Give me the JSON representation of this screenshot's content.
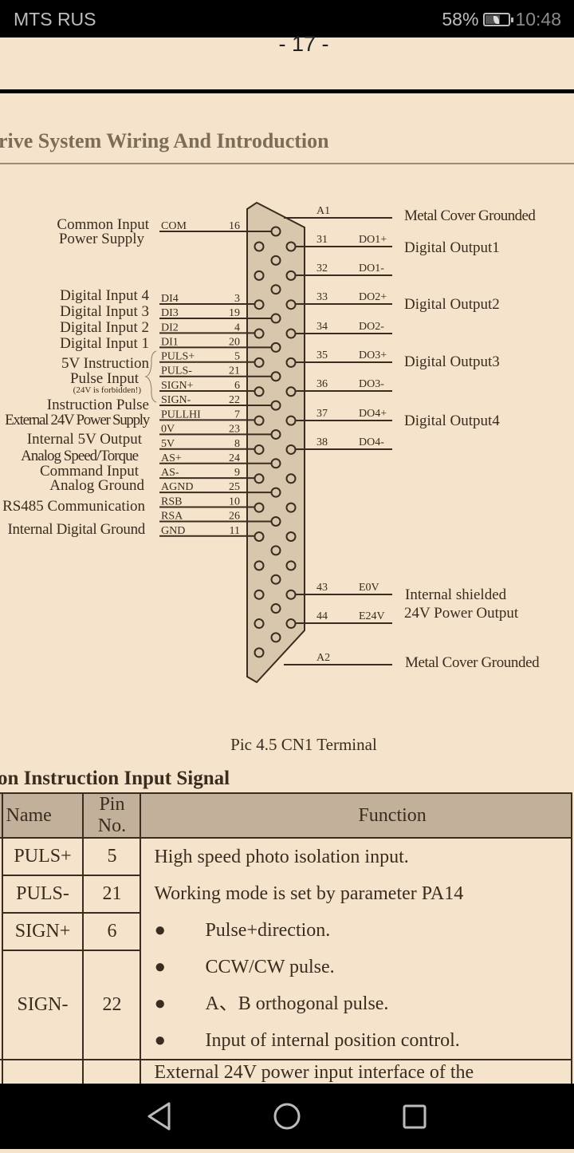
{
  "status_bar": {
    "carrier": "MTS RUS",
    "battery": "58%",
    "battery_level": 0.58,
    "time": "10:48"
  },
  "page_number": "- 17 -",
  "section_title": "rive System Wiring And Introduction",
  "diagram": {
    "left_labels": {
      "common1": "Common Input",
      "common2": "Power Supply",
      "di4": "Digital Input 4",
      "di3": "Digital Input 3",
      "di2": "Digital Input 2",
      "di1": "Digital Input 1",
      "pulse1": "5V Instruction",
      "pulse2": "Pulse Input",
      "pulse3": "(24V is forbidden!)",
      "instr": "Instruction Pulse",
      "ext24": "External 24V Power Supply",
      "int5v": "Internal 5V Output",
      "analog1": "Analog Speed/Torque",
      "analog2": "Command Input",
      "agnd": "Analog Ground",
      "rs485": "RS485 Communication",
      "gnd": "Internal Digital Ground"
    },
    "left_wires": [
      {
        "signal": "COM",
        "pin": "16"
      },
      {
        "signal": "DI4",
        "pin": "3"
      },
      {
        "signal": "DI3",
        "pin": "19"
      },
      {
        "signal": "DI2",
        "pin": "4"
      },
      {
        "signal": "DI1",
        "pin": "20"
      },
      {
        "signal": "PULS+",
        "pin": "5"
      },
      {
        "signal": "PULS-",
        "pin": "21"
      },
      {
        "signal": "SIGN+",
        "pin": "6"
      },
      {
        "signal": "SIGN-",
        "pin": "22"
      },
      {
        "signal": "PULLHI",
        "pin": "7"
      },
      {
        "signal": "0V",
        "pin": "23"
      },
      {
        "signal": "5V",
        "pin": "8"
      },
      {
        "signal": "AS+",
        "pin": "24"
      },
      {
        "signal": "AS-",
        "pin": "9"
      },
      {
        "signal": "AGND",
        "pin": "25"
      },
      {
        "signal": "RSB",
        "pin": "10"
      },
      {
        "signal": "RSA",
        "pin": "26"
      },
      {
        "signal": "GND",
        "pin": "11"
      }
    ],
    "right_wires": [
      {
        "pin": "A1",
        "signal": ""
      },
      {
        "pin": "31",
        "signal": "DO1+"
      },
      {
        "pin": "32",
        "signal": "DO1-"
      },
      {
        "pin": "33",
        "signal": "DO2+"
      },
      {
        "pin": "34",
        "signal": "DO2-"
      },
      {
        "pin": "35",
        "signal": "DO3+"
      },
      {
        "pin": "36",
        "signal": "DO3-"
      },
      {
        "pin": "37",
        "signal": "DO4+"
      },
      {
        "pin": "38",
        "signal": "DO4-"
      },
      {
        "pin": "43",
        "signal": "E0V"
      },
      {
        "pin": "44",
        "signal": "E24V"
      },
      {
        "pin": "A2",
        "signal": ""
      }
    ],
    "right_labels": {
      "cover1": "Metal Cover Grounded",
      "do1": "Digital Output1",
      "do2": "Digital Output2",
      "do3": "Digital Output3",
      "do4": "Digital Output4",
      "e1": "Internal shielded",
      "e2": "24V Power Output",
      "cover2": "Metal Cover Grounded"
    },
    "caption": "Pic 4.5 CN1 Terminal"
  },
  "table": {
    "heading": "on Instruction Input Signal",
    "headers": [
      "Name",
      "Pin No.",
      "Function"
    ],
    "rows": [
      {
        "name": "PULS+",
        "pin": "5"
      },
      {
        "name": "PULS-",
        "pin": "21"
      },
      {
        "name": "SIGN+",
        "pin": "6"
      },
      {
        "name": "SIGN-",
        "pin": "22"
      }
    ],
    "function_lines": [
      "High speed photo isolation input.",
      "Working mode is set by parameter PA14"
    ],
    "bullets": [
      "Pulse+direction.",
      "CCW/CW pulse.",
      "A、B orthogonal pulse.",
      "Input of internal position control."
    ],
    "next_row_text": "External 24V power input interface of the"
  }
}
